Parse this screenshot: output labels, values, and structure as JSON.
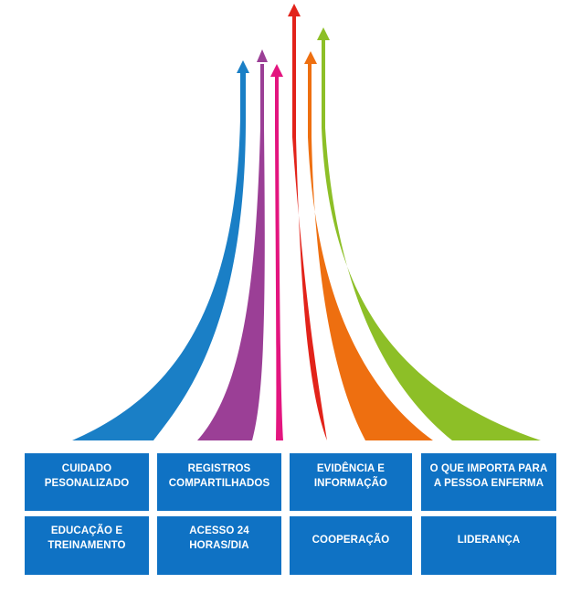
{
  "arrows": [
    {
      "name": "blue",
      "color": "#1a7fc6"
    },
    {
      "name": "purple",
      "color": "#9b3f96"
    },
    {
      "name": "magenta",
      "color": "#e3157f"
    },
    {
      "name": "red",
      "color": "#e2231a"
    },
    {
      "name": "orange",
      "color": "#ee6f10"
    },
    {
      "name": "green",
      "color": "#8dbf27"
    }
  ],
  "box_color": "#0f72c4",
  "boxes": {
    "row1": [
      "CUIDADO\nPESONALIZADO",
      "REGISTROS\nCOMPARTILHADOS",
      "EVIDÊNCIA E\nINFORMAÇÃO",
      "O QUE IMPORTA PARA\nA PESSOA ENFERMA"
    ],
    "row2": [
      "EDUCAÇÃO E\nTREINAMENTO",
      "ACESSO 24\nHORAS/DIA",
      "COOPERAÇÃO",
      "LIDERANÇA"
    ]
  }
}
